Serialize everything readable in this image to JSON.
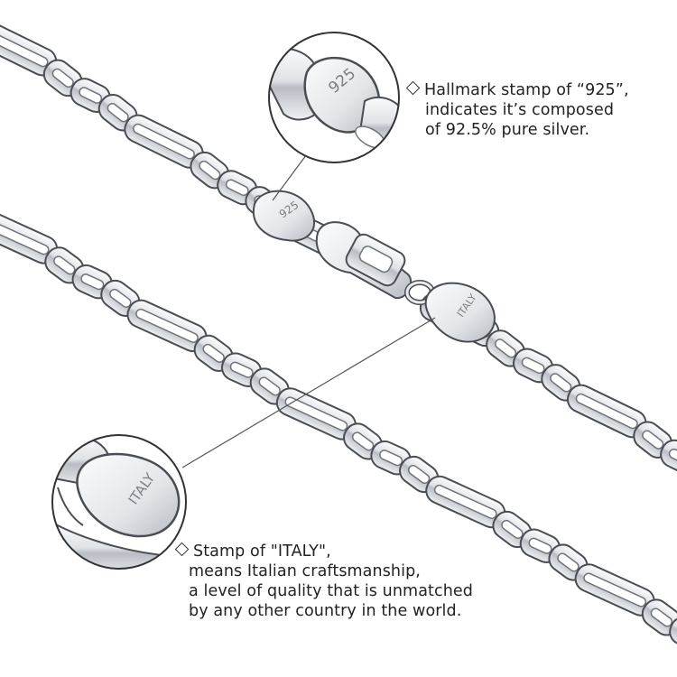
{
  "colors": {
    "background": "#ffffff",
    "silver_light": "#f4f5f7",
    "silver_mid": "#c9ccd2",
    "silver_dark": "#6f737b",
    "outline": "#4a4d53",
    "text": "#222222"
  },
  "hallmark_callout": {
    "bullet_icon": "diamond-outline-icon",
    "lines": [
      "Hallmark stamp of “925”,",
      "indicates it’s composed",
      "of 92.5% pure silver."
    ]
  },
  "italy_callout": {
    "bullet_icon": "diamond-outline-icon",
    "lines": [
      "Stamp of \"ITALY\",",
      "means Italian craftsmanship,",
      "a level of quality that is unmatched",
      "by any other country in the world."
    ]
  },
  "stamps": {
    "hallmark_engraving": "925",
    "italy_engraving": "ITALY"
  }
}
